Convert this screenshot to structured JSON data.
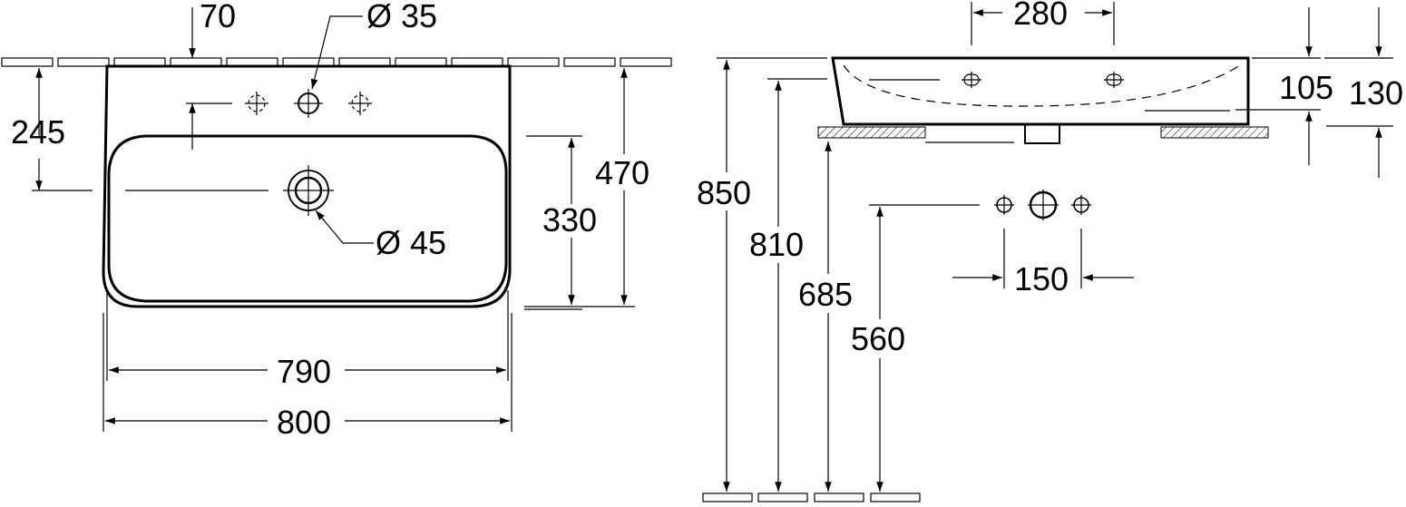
{
  "top_view": {
    "dim_tap_offset": "70",
    "dim_tap_hole": "Ø 35",
    "dim_depth_to_drain": "245",
    "dim_drain_hole": "Ø 45",
    "dim_bowl_depth": "330",
    "dim_total_depth": "470",
    "dim_inner_width": "790",
    "dim_total_width": "800"
  },
  "side_view": {
    "dim_hole_spacing": "280",
    "dim_rim_height": "105",
    "dim_total_height": "130",
    "dim_height_850": "850",
    "dim_height_810": "810",
    "dim_height_685": "685",
    "dim_height_560": "560",
    "dim_tap_spacing": "150"
  },
  "colors": {
    "line": "#000000",
    "background": "#ffffff"
  }
}
